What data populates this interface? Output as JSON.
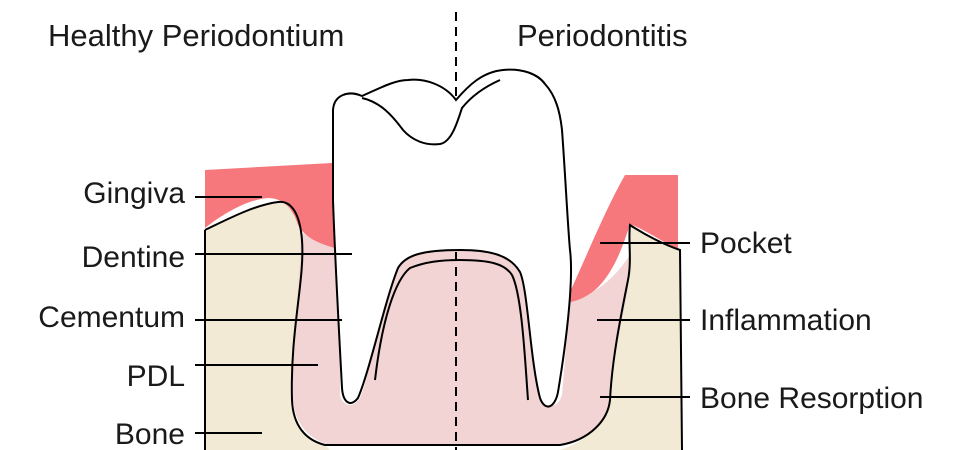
{
  "titles": {
    "left": "Healthy Periodontium",
    "right": "Periodontitis"
  },
  "labels_left": {
    "gingiva": "Gingiva",
    "dentine": "Dentine",
    "cementum": "Cementum",
    "pdl": "PDL",
    "bone": "Bone"
  },
  "labels_right": {
    "pocket": "Pocket",
    "inflammation": "Inflammation",
    "bone_resorption": "Bone Resorption"
  },
  "colors": {
    "bone": "#f3ead6",
    "pdl": "#f2d4d4",
    "gingiva": "#f6787c",
    "outline": "#000000"
  }
}
